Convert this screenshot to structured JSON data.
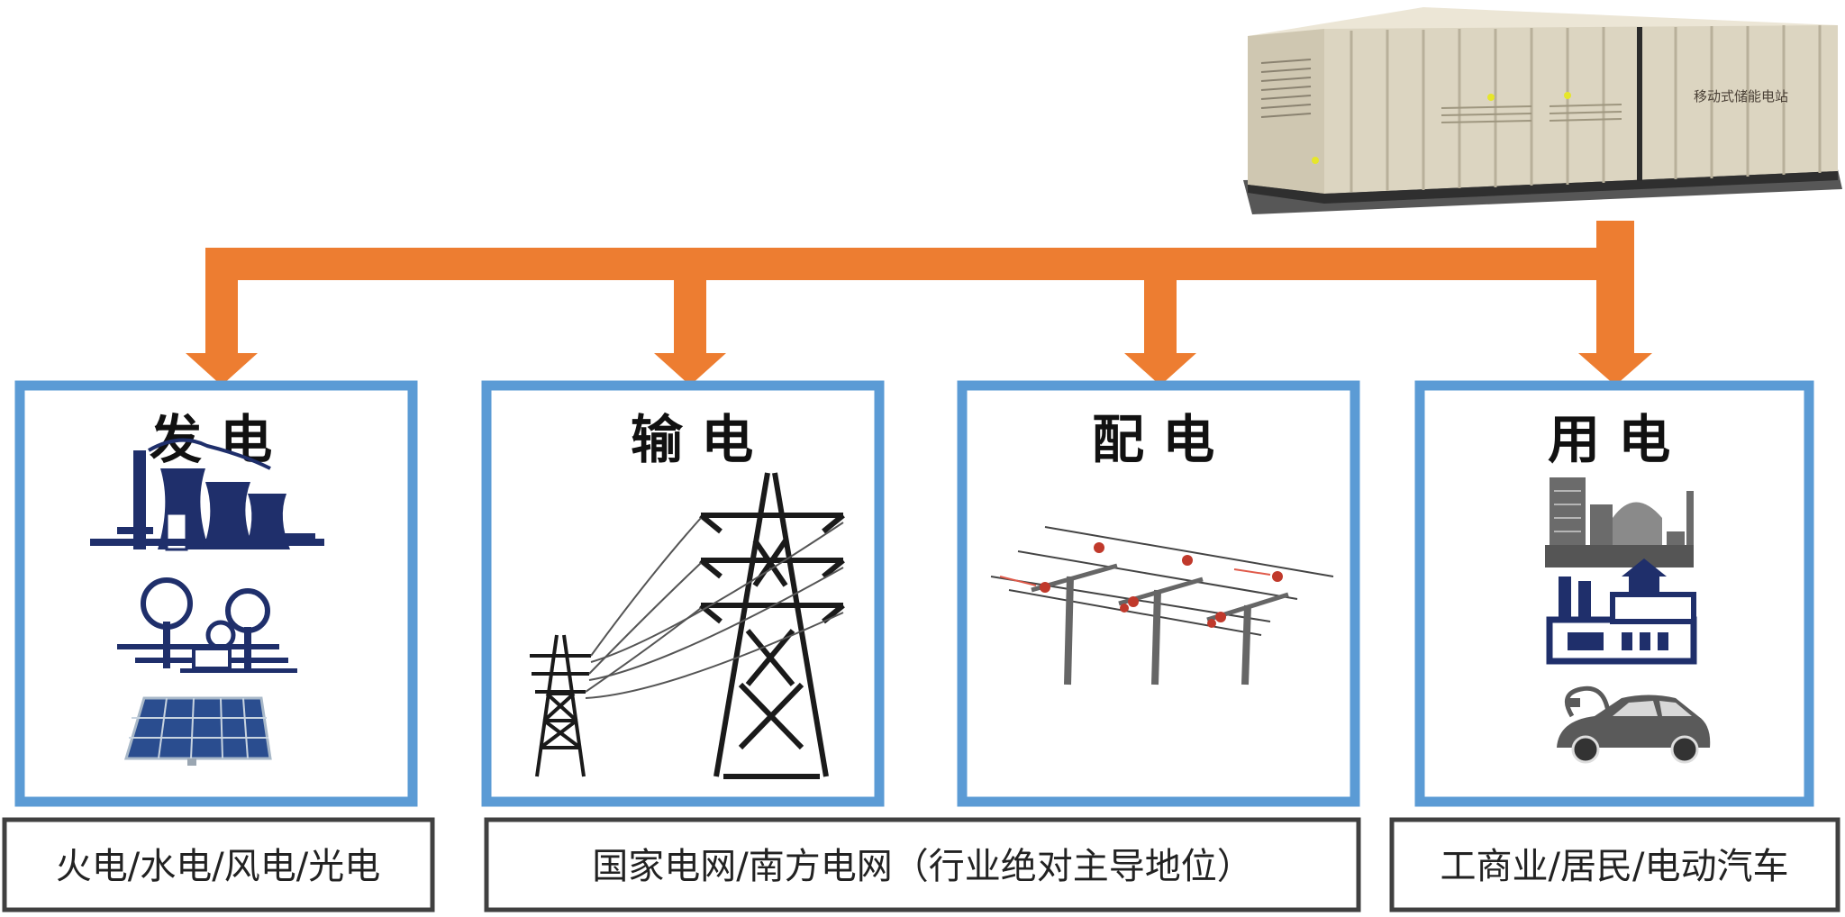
{
  "container": {
    "label": "移动式储能电站"
  },
  "colors": {
    "arrow": "#ed7d31",
    "box_border": "#5b9bd5",
    "caption_border": "#404040",
    "icon_navy": "#1f2f6b",
    "tower": "#1a1a1a",
    "pole": "#555555",
    "insulator": "#c0392b",
    "container_body": "#d9d2bf"
  },
  "stages": [
    {
      "id": "generation",
      "title": "发 电"
    },
    {
      "id": "transmission",
      "title": "输 电"
    },
    {
      "id": "distribution",
      "title": "配 电"
    },
    {
      "id": "consumption",
      "title": "用 电"
    }
  ],
  "captions": [
    {
      "id": "generation-caption",
      "text": "火电/水电/风电/光电"
    },
    {
      "id": "grid-caption",
      "text": "国家电网/南方电网（行业绝对主导地位）"
    },
    {
      "id": "consumption-caption",
      "text": "工商业/居民/电动汽车"
    }
  ]
}
